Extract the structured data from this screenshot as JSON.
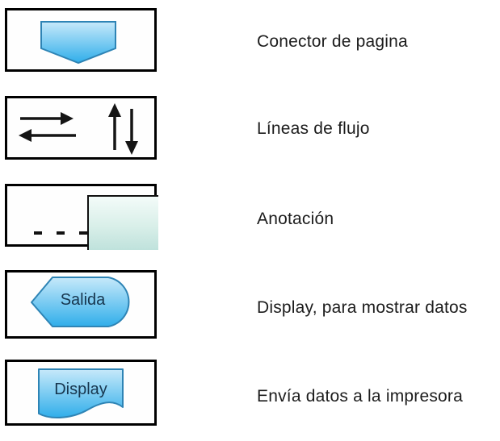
{
  "legend": {
    "rows": [
      {
        "symbol": "page-connector",
        "symbol_text": "",
        "label": "Conector de pagina"
      },
      {
        "symbol": "flow-lines",
        "symbol_text": "",
        "label": "Líneas de flujo"
      },
      {
        "symbol": "annotation",
        "symbol_text": "",
        "label": "Anotación"
      },
      {
        "symbol": "display-shape",
        "symbol_text": "Salida",
        "label": "Display, para mostrar datos"
      },
      {
        "symbol": "document-shape",
        "symbol_text": "Display",
        "label": "Envía datos a la impresora"
      }
    ]
  },
  "colors": {
    "box_border": "#000000",
    "shape_blue_light": "#c7e9fa",
    "shape_blue_dark": "#30aeea",
    "shape_blue_stroke": "#2e84b5",
    "annotation_teal_light": "#f3fbf9",
    "annotation_teal_dark": "#bfe2dc",
    "arrow_color": "#151515",
    "shape_text_color": "#17364e",
    "label_color": "#1c1c1c"
  }
}
